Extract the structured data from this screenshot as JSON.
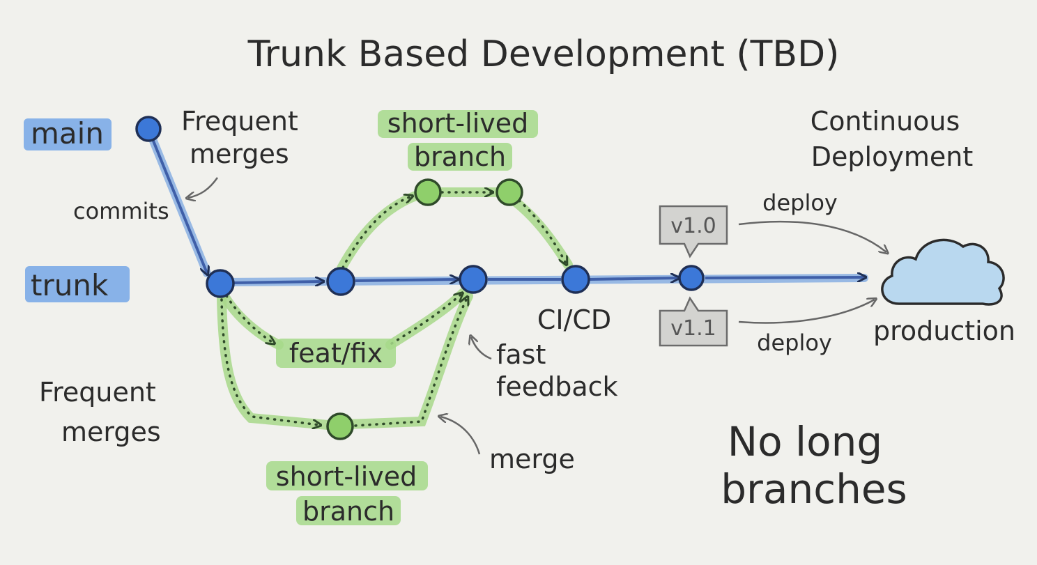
{
  "title": "Trunk Based Development (TBD)",
  "labels": {
    "main": "main",
    "trunk": "trunk",
    "commits": "commits",
    "frequent_merges_top_line1": "Frequent",
    "frequent_merges_top_line2": "merges",
    "frequent_merges_left_line1": "Frequent",
    "frequent_merges_left_line2": "merges",
    "short_lived_top_line1": "short-lived",
    "short_lived_top_line2": "branch",
    "short_lived_bottom_line1": "short-lived",
    "short_lived_bottom_line2": "branch",
    "feat_fix": "feat/fix",
    "fast_feedback_line1": "fast",
    "fast_feedback_line2": "feedback",
    "merge": "merge",
    "ci_cd": "CI/CD",
    "continuous_deployment_line1": "Continuous",
    "continuous_deployment_line2": "Deployment",
    "tag_v10": "v1.0",
    "tag_v11": "v1.1",
    "deploy_top": "deploy",
    "deploy_bottom": "deploy",
    "production": "production",
    "no_long_branches_line1": "No long",
    "no_long_branches_line2": "branches"
  },
  "colors": {
    "trunk": "#3c78d8",
    "branch": "#8fcf6b",
    "highlight_blue": "#6ea3e6",
    "highlight_green": "#a6d98a",
    "cloud": "#b9d8ef"
  }
}
